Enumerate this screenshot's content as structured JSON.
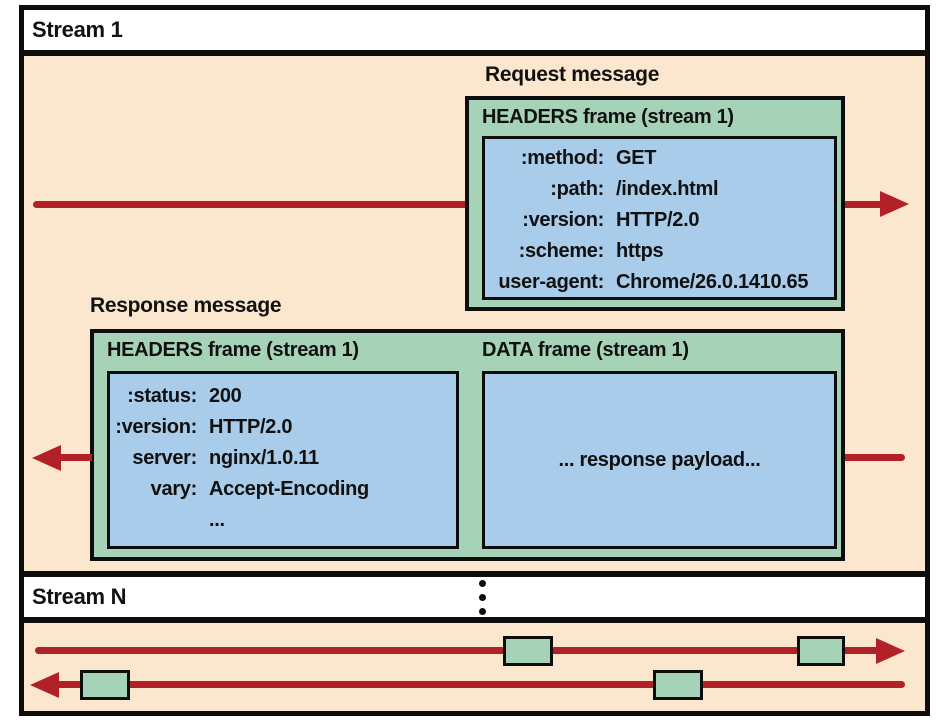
{
  "title": "HTTP/2 streams, messages, and frames diagram",
  "colors": {
    "background": "#ffffff",
    "panel_orange": "#fbe7cd",
    "frame_green": "#a6d3b7",
    "payload_blue": "#a8cce9",
    "arrow_red": "#b32128",
    "border_black": "#0d0d0d"
  },
  "stream1": {
    "label": "Stream 1"
  },
  "streamN": {
    "label": "Stream N",
    "ellipsis": "vertical-dots"
  },
  "request": {
    "message_label": "Request message",
    "frame_title": "HEADERS frame (stream 1)",
    "rows": [
      {
        "k": ":method:",
        "v": "GET"
      },
      {
        "k": ":path:",
        "v": "/index.html"
      },
      {
        "k": ":version:",
        "v": "HTTP/2.0"
      },
      {
        "k": ":scheme:",
        "v": "https"
      },
      {
        "k": "user-agent:",
        "v": "Chrome/26.0.1410.65"
      }
    ]
  },
  "response": {
    "message_label": "Response message",
    "headers_frame_title": "HEADERS frame (stream 1)",
    "data_frame_title": "DATA frame (stream 1)",
    "rows": [
      {
        "k": ":status:",
        "v": "200"
      },
      {
        "k": ":version:",
        "v": "HTTP/2.0"
      },
      {
        "k": "server:",
        "v": "nginx/1.0.11"
      },
      {
        "k": "vary:",
        "v": "Accept-Encoding"
      },
      {
        "k": "",
        "v": "..."
      }
    ],
    "payload_text": "... response payload..."
  }
}
